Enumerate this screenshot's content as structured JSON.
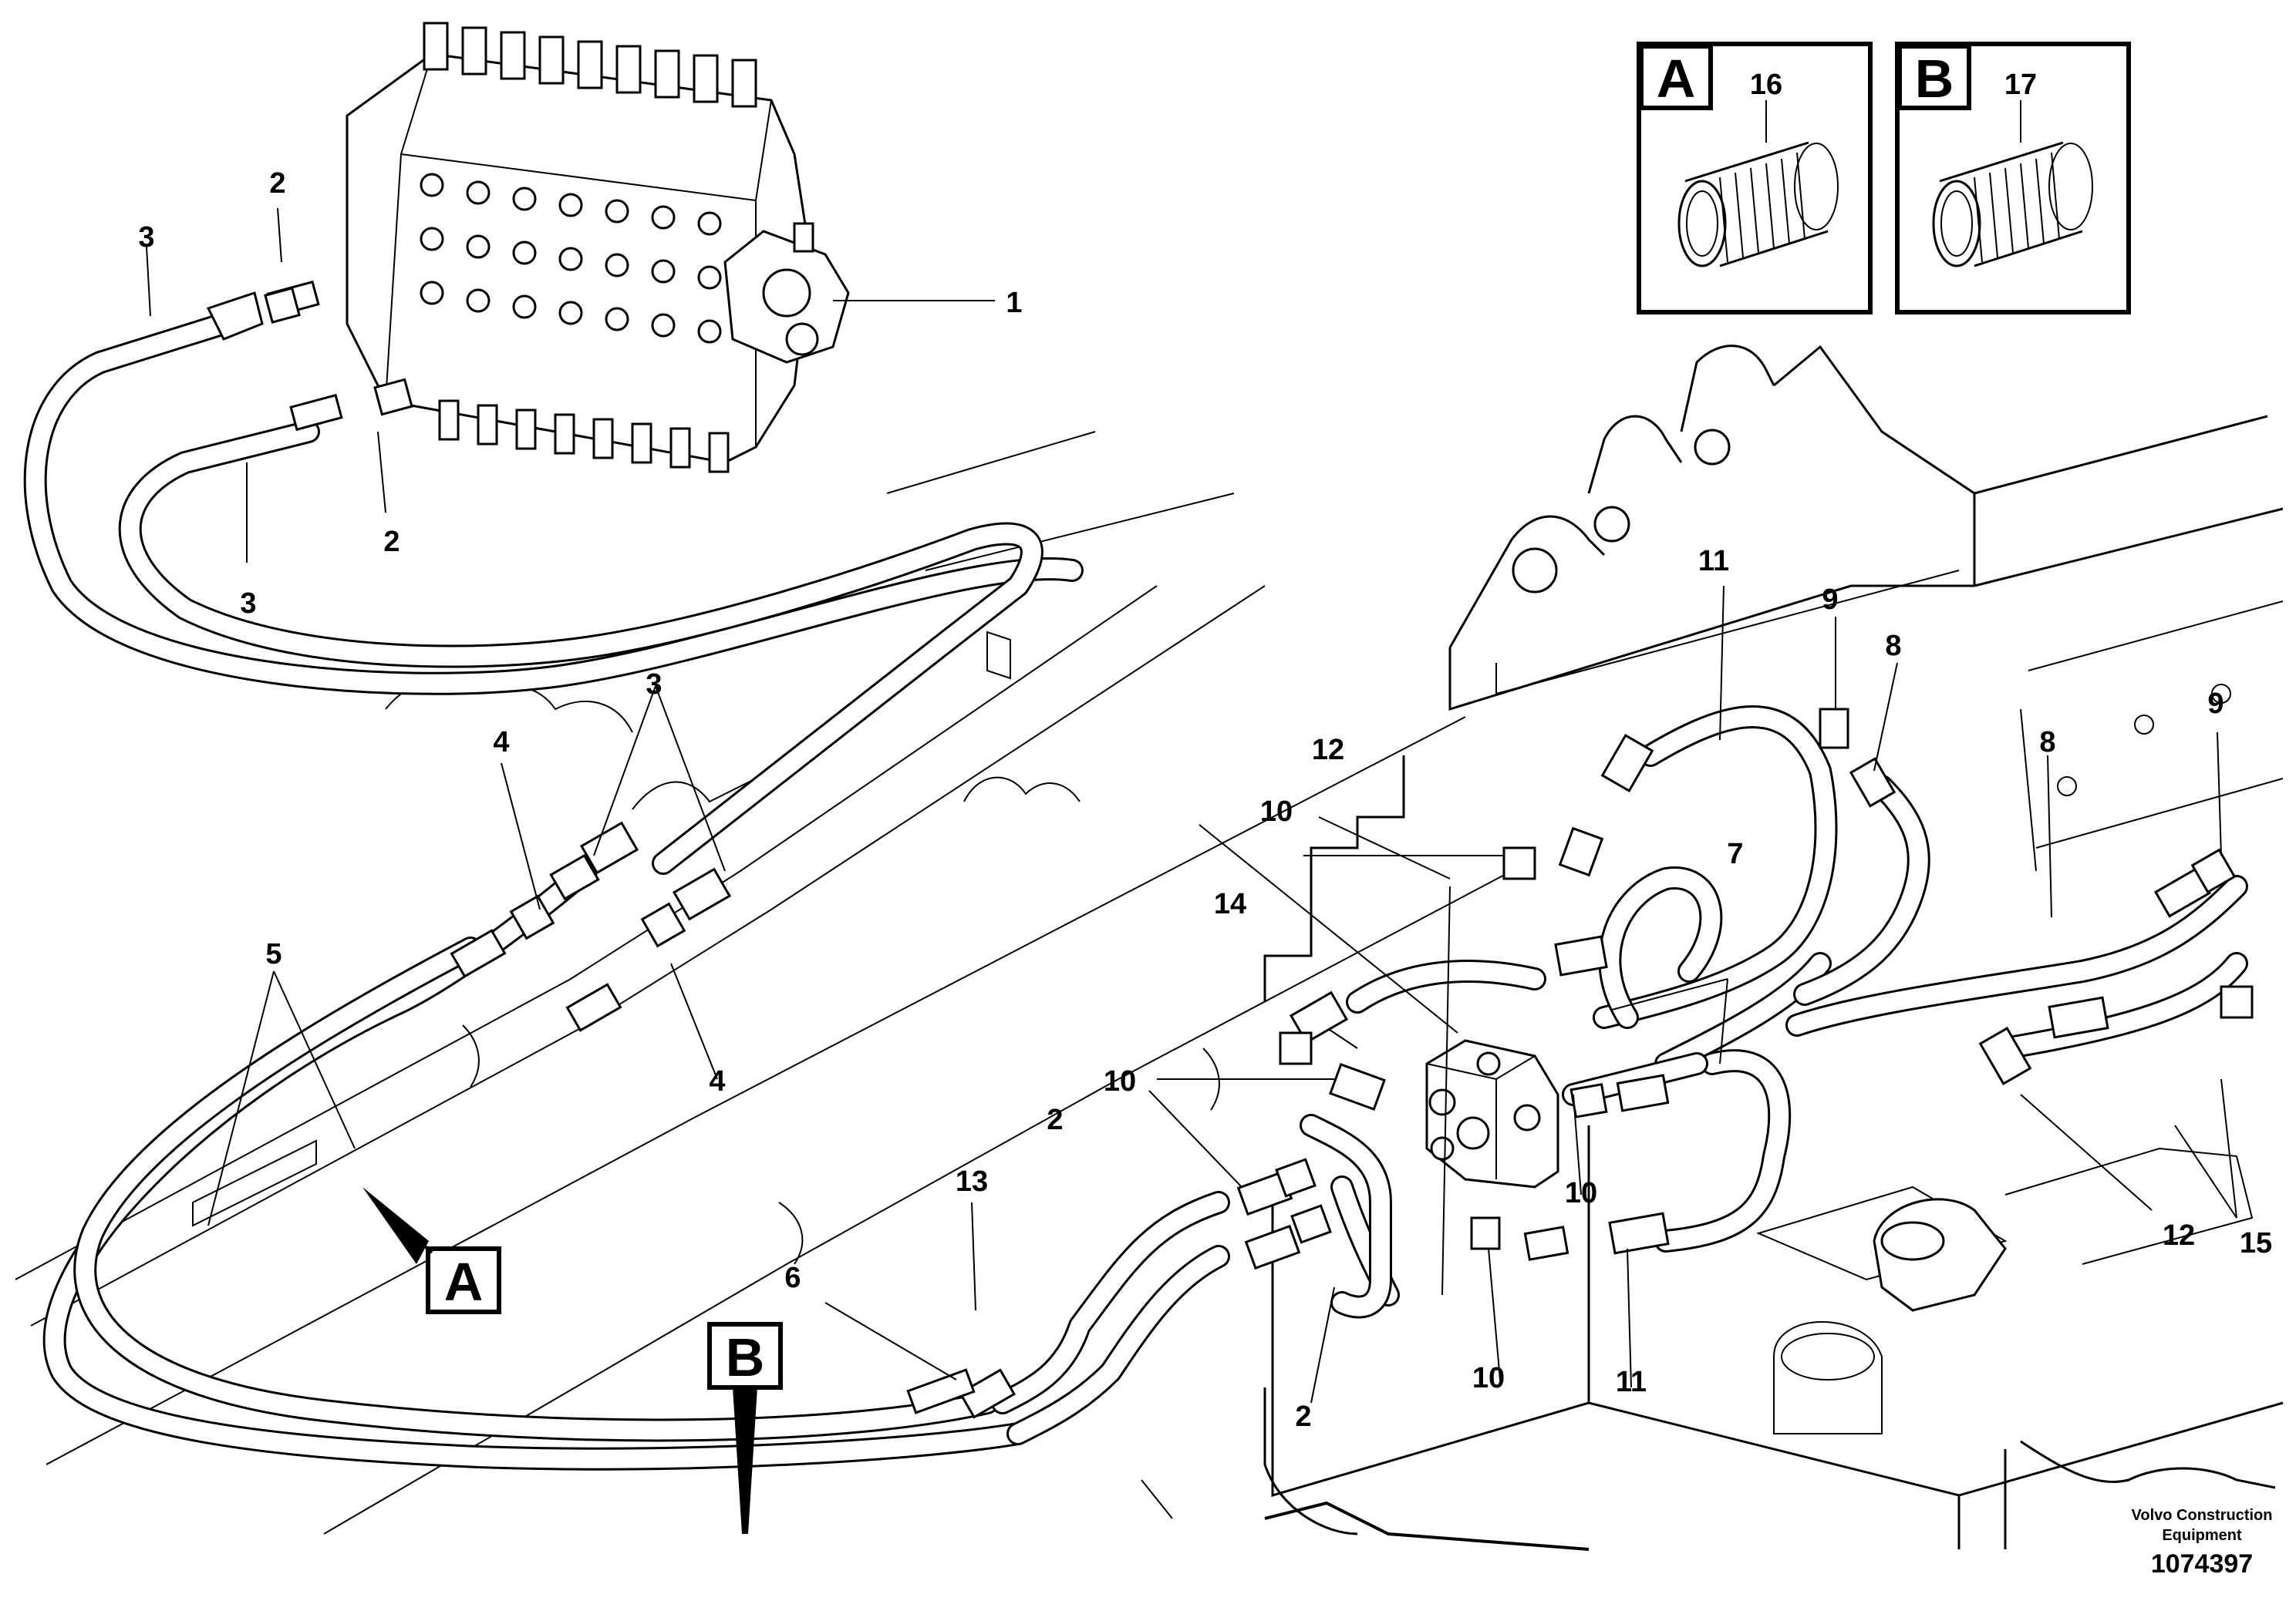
{
  "diagram": {
    "labels": [
      {
        "id": "1",
        "text": "1"
      },
      {
        "id": "2a",
        "text": "2"
      },
      {
        "id": "2b",
        "text": "2"
      },
      {
        "id": "2c",
        "text": "2"
      },
      {
        "id": "2d",
        "text": "2"
      },
      {
        "id": "3a",
        "text": "3"
      },
      {
        "id": "3b",
        "text": "3"
      },
      {
        "id": "3c",
        "text": "3"
      },
      {
        "id": "4a",
        "text": "4"
      },
      {
        "id": "4b",
        "text": "4"
      },
      {
        "id": "5",
        "text": "5"
      },
      {
        "id": "6",
        "text": "6"
      },
      {
        "id": "7",
        "text": "7"
      },
      {
        "id": "8a",
        "text": "8"
      },
      {
        "id": "8b",
        "text": "8"
      },
      {
        "id": "9a",
        "text": "9"
      },
      {
        "id": "9b",
        "text": "9"
      },
      {
        "id": "10a",
        "text": "10"
      },
      {
        "id": "10b",
        "text": "10"
      },
      {
        "id": "10c",
        "text": "10"
      },
      {
        "id": "10d",
        "text": "10"
      },
      {
        "id": "11a",
        "text": "11"
      },
      {
        "id": "11b",
        "text": "11"
      },
      {
        "id": "12a",
        "text": "12"
      },
      {
        "id": "12b",
        "text": "12"
      },
      {
        "id": "13",
        "text": "13"
      },
      {
        "id": "14",
        "text": "14"
      },
      {
        "id": "15",
        "text": "15"
      }
    ],
    "detail_boxes": [
      {
        "letter": "A",
        "part": "16"
      },
      {
        "letter": "B",
        "part": "17"
      }
    ],
    "callouts": [
      {
        "letter": "A"
      },
      {
        "letter": "B"
      }
    ],
    "footer": {
      "company_line1": "Volvo Construction",
      "company_line2": "Equipment",
      "doc_number": "1074397"
    }
  }
}
